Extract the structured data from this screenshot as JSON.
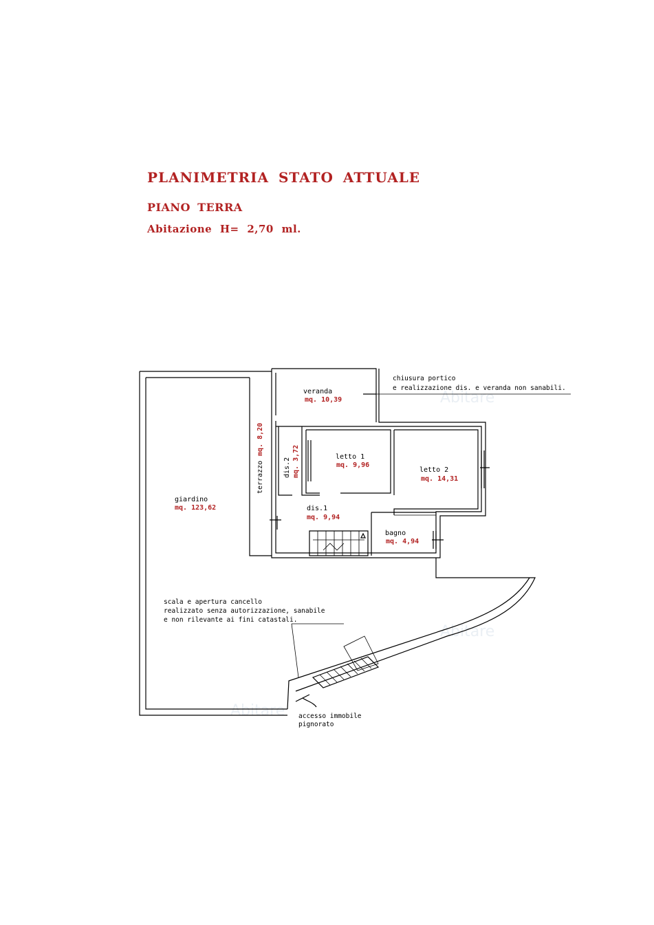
{
  "header": {
    "title": "PLANIMETRIA STATO ATTUALE",
    "floor": "PIANO TERRA",
    "height_note": "Abitazione  H= 2,70 ml."
  },
  "rooms": {
    "veranda": {
      "name": "veranda",
      "area": "mq. 10,39"
    },
    "letto1": {
      "name": "letto 1",
      "area": "mq. 9,96"
    },
    "letto2": {
      "name": "letto 2",
      "area": "mq. 14,31"
    },
    "dis1": {
      "name": "dis.1",
      "area": "mq. 9,94"
    },
    "dis2": {
      "name": "dis.2",
      "area": "mq. 3,72"
    },
    "bagno": {
      "name": "bagno",
      "area": "mq. 4,94"
    },
    "terrazzo": {
      "name": "terrazzo",
      "area": "mq. 8,20"
    },
    "giardino": {
      "name": "giardino",
      "area": "mq. 123,62"
    }
  },
  "notes": {
    "veranda": {
      "line1": "chiusura portico",
      "line2": "e realizzazione dis. e veranda non sanabili."
    },
    "gate": {
      "line1": "scala e apertura cancello",
      "line2": "realizzato senza autorizzazione, sanabile",
      "line3": "e non rilevante ai fini catastali."
    },
    "access": {
      "line1": "accesso immobile",
      "line2": "pignorato"
    }
  },
  "watermark": {
    "text": "Abitare"
  },
  "colors": {
    "heading": "#b22222",
    "area": "#b22222",
    "lines": "#000000"
  }
}
